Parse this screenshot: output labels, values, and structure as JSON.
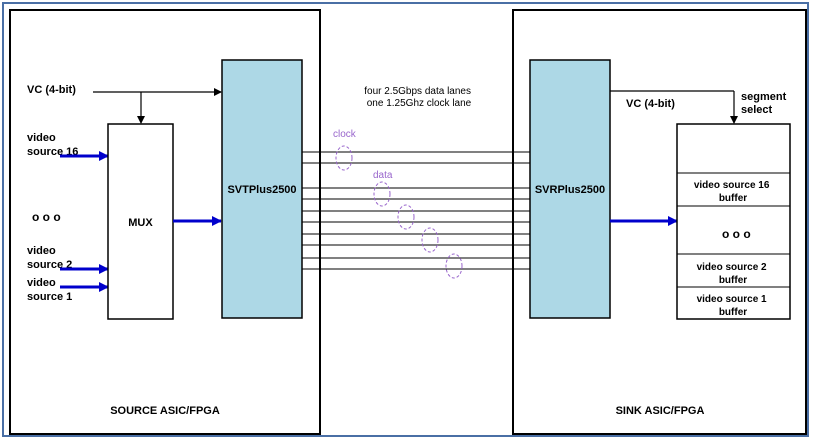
{
  "source": {
    "vc_label": "VC (4-bit)",
    "inputs": {
      "src16": [
        "video",
        "source 16"
      ],
      "dots": "o o o",
      "src2": [
        "video",
        "source 2"
      ],
      "src1": [
        "video",
        "source 1"
      ]
    },
    "mux_label": "MUX",
    "tx_label": "SVTPlus2500",
    "caption": "SOURCE ASIC/FPGA"
  },
  "link": {
    "description": [
      "four 2.5Gbps data lanes",
      "one 1.25Ghz clock lane"
    ],
    "clock_label": "clock",
    "data_label": "data"
  },
  "sink": {
    "rx_label": "SVRPlus2500",
    "vc_label": "VC (4-bit)",
    "segment_label": [
      "segment",
      "select"
    ],
    "buffers": {
      "b16": [
        "video source 16",
        "buffer"
      ],
      "dots": "o o o",
      "b2": [
        "video source 2",
        "buffer"
      ],
      "b1": [
        "video source 1",
        "buffer"
      ]
    },
    "caption": "SINK ASIC/FPGA"
  },
  "colors": {
    "outer_border": "#4a6fa5",
    "block_fill": "#add8e6",
    "arrow_blue": "#0000cc",
    "annotation_purple": "#9966cc"
  }
}
